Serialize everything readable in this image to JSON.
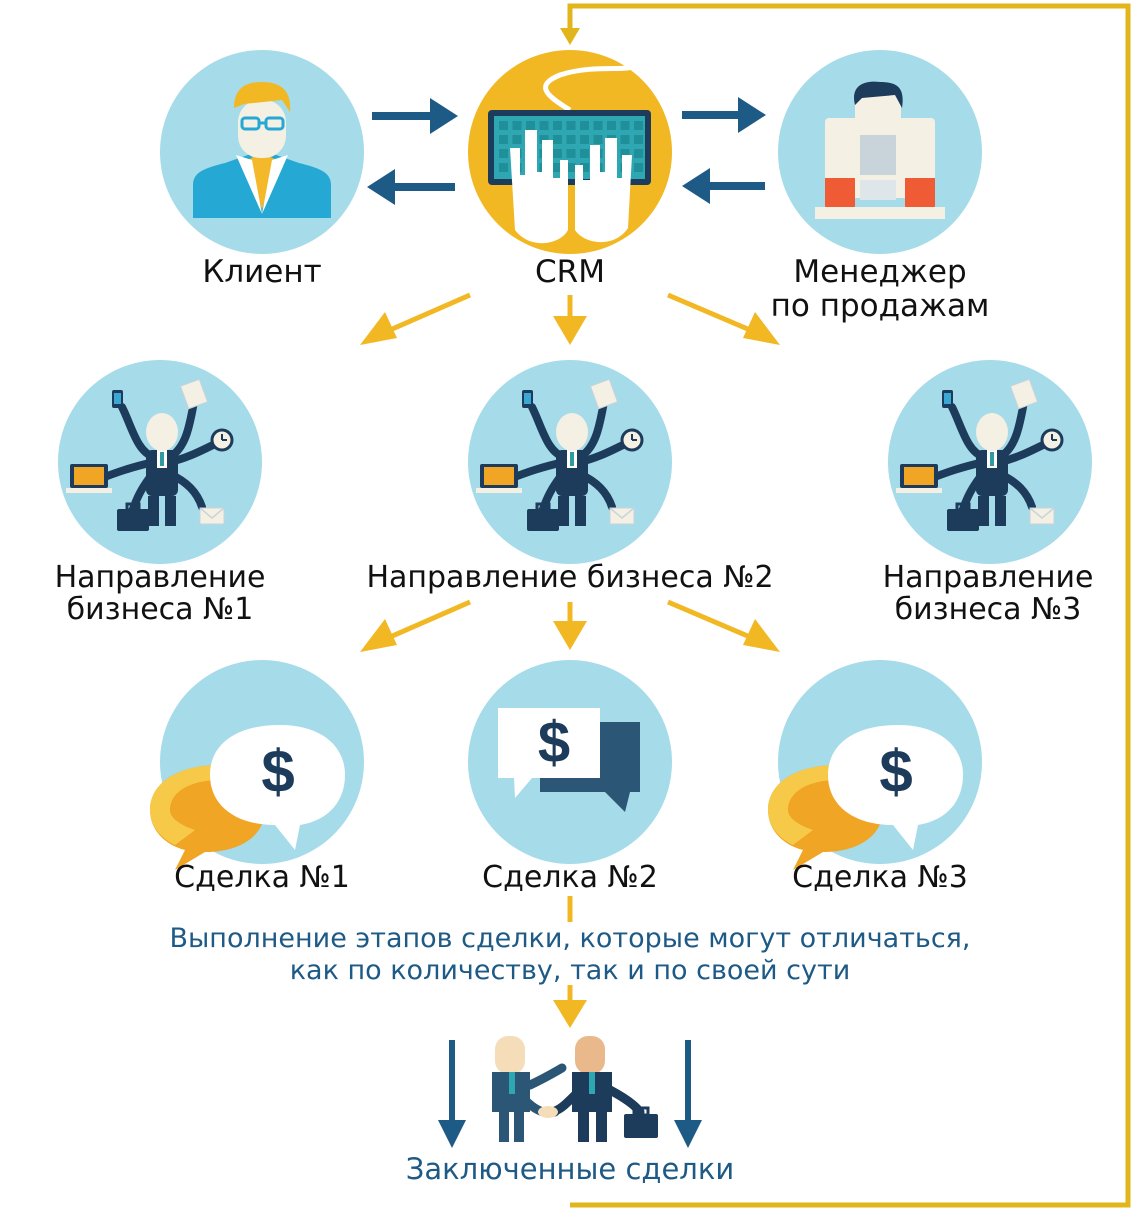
{
  "title": "",
  "nodes": {
    "client": {
      "label": "Клиент"
    },
    "crm": {
      "label": "CRM"
    },
    "manager": {
      "line1": "Менеджер",
      "line2": "по продажам"
    },
    "biz1": {
      "line1": "Направление",
      "line2": "бизнеса №1"
    },
    "biz2": {
      "label": "Направление бизнеса №2"
    },
    "biz3": {
      "line1": "Направление",
      "line2": "бизнеса №3"
    },
    "deal1": {
      "label": "Сделка №1"
    },
    "deal2": {
      "label": "Сделка №2"
    },
    "deal3": {
      "label": "Сделка №3"
    }
  },
  "note": {
    "line1": "Выполнение этапов сделки, которые могут отличаться,",
    "line2": "как по количеству, так и по своей сути"
  },
  "final": {
    "label": "Заключенные сделки"
  },
  "icons": {
    "dollar_symbol": "$"
  },
  "colors": {
    "circle": "#a6dbe9",
    "crm_circle": "#f2b823",
    "flow_arrow": "#f2b823",
    "exchange_arrow": "#1e5a86",
    "note_text": "#1e5a86"
  }
}
